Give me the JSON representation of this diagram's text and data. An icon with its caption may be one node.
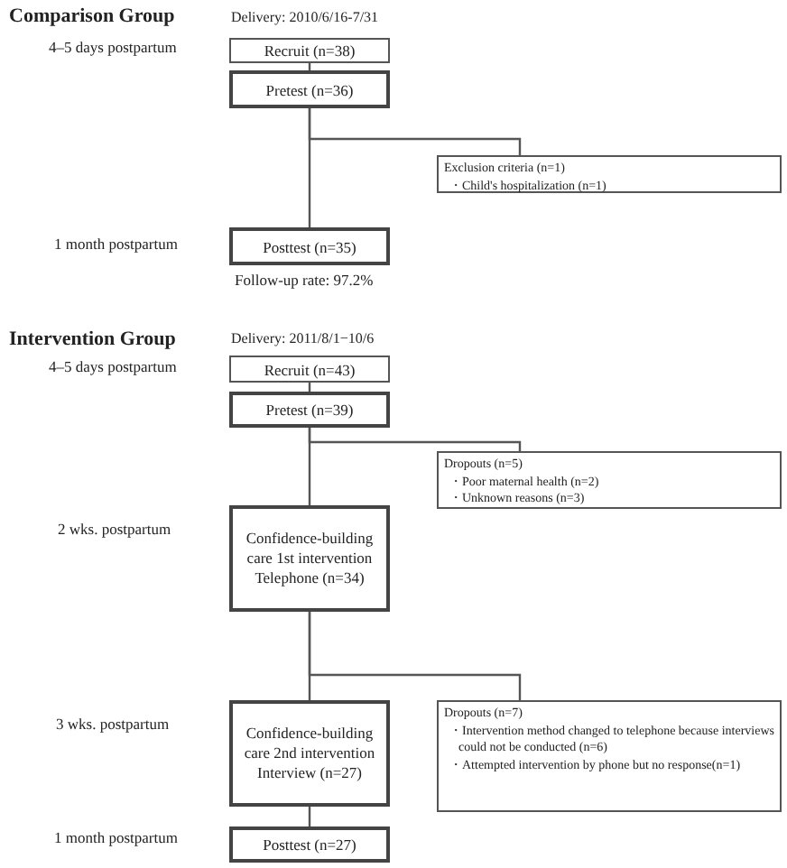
{
  "diagram": {
    "nodes": [
      {
        "text": [
          "Recruit (n=38)"
        ]
      },
      {
        "text": [
          "Pretest (n=36)"
        ]
      },
      {
        "text": [
          "Exclusion criteria (n=1)",
          "・Child's hospitalization (n=1)"
        ]
      },
      {
        "text": [
          "Posttest (n=35)"
        ],
        "beside": [
          "Follow-up rate: 97.2%"
        ]
      },
      {
        "text": [
          "Recruit (n=43)"
        ]
      },
      {
        "text": [
          "Pretest (n=39)"
        ]
      },
      {
        "text": [
          "Dropouts (n=5)",
          "・Poor maternal health (n=2)",
          "・Unknown reasons (n=3)"
        ]
      },
      {
        "text": [
          "Confidence-building care 1st intervention Telephone (n=34)"
        ]
      },
      {
        "text": [
          "Dropouts (n=7)",
          "・Intervention method changed to telephone because interviews could not be conducted (n=6)",
          "・Attempted intervention by phone but no response(n=1)"
        ]
      },
      {
        "text": [
          "Confidence-building care 2nd intervention Interview (n=27)"
        ]
      },
      {
        "text": [
          "Posttest (n=27)"
        ]
      }
    ],
    "edges": [
      {
        "from": 0,
        "to": 1,
        "arrow": "none"
      },
      {
        "from": 1,
        "to": 3,
        "arrow": "none"
      },
      {
        "from": 1,
        "to": 2,
        "arrow": "none"
      },
      {
        "from": 4,
        "to": 5,
        "arrow": "none"
      },
      {
        "from": 5,
        "to": 7,
        "arrow": "none"
      },
      {
        "from": 5,
        "to": 6,
        "arrow": "none"
      },
      {
        "from": 7,
        "to": 9,
        "arrow": "none"
      },
      {
        "from": 7,
        "to": 8,
        "arrow": "none"
      },
      {
        "from": 9,
        "to": 10,
        "arrow": "none"
      }
    ],
    "labels": [
      "Comparison Group",
      "Delivery: 2010/6/16-7/31",
      "4–5 days postpartum",
      "1 month postpartum",
      "Intervention Group",
      "Delivery: 2011/8/1−10/6",
      "4–5 days postpartum",
      "2 wks. postpartum",
      "3 wks.  postpartum",
      "1 month postpartum"
    ]
  }
}
